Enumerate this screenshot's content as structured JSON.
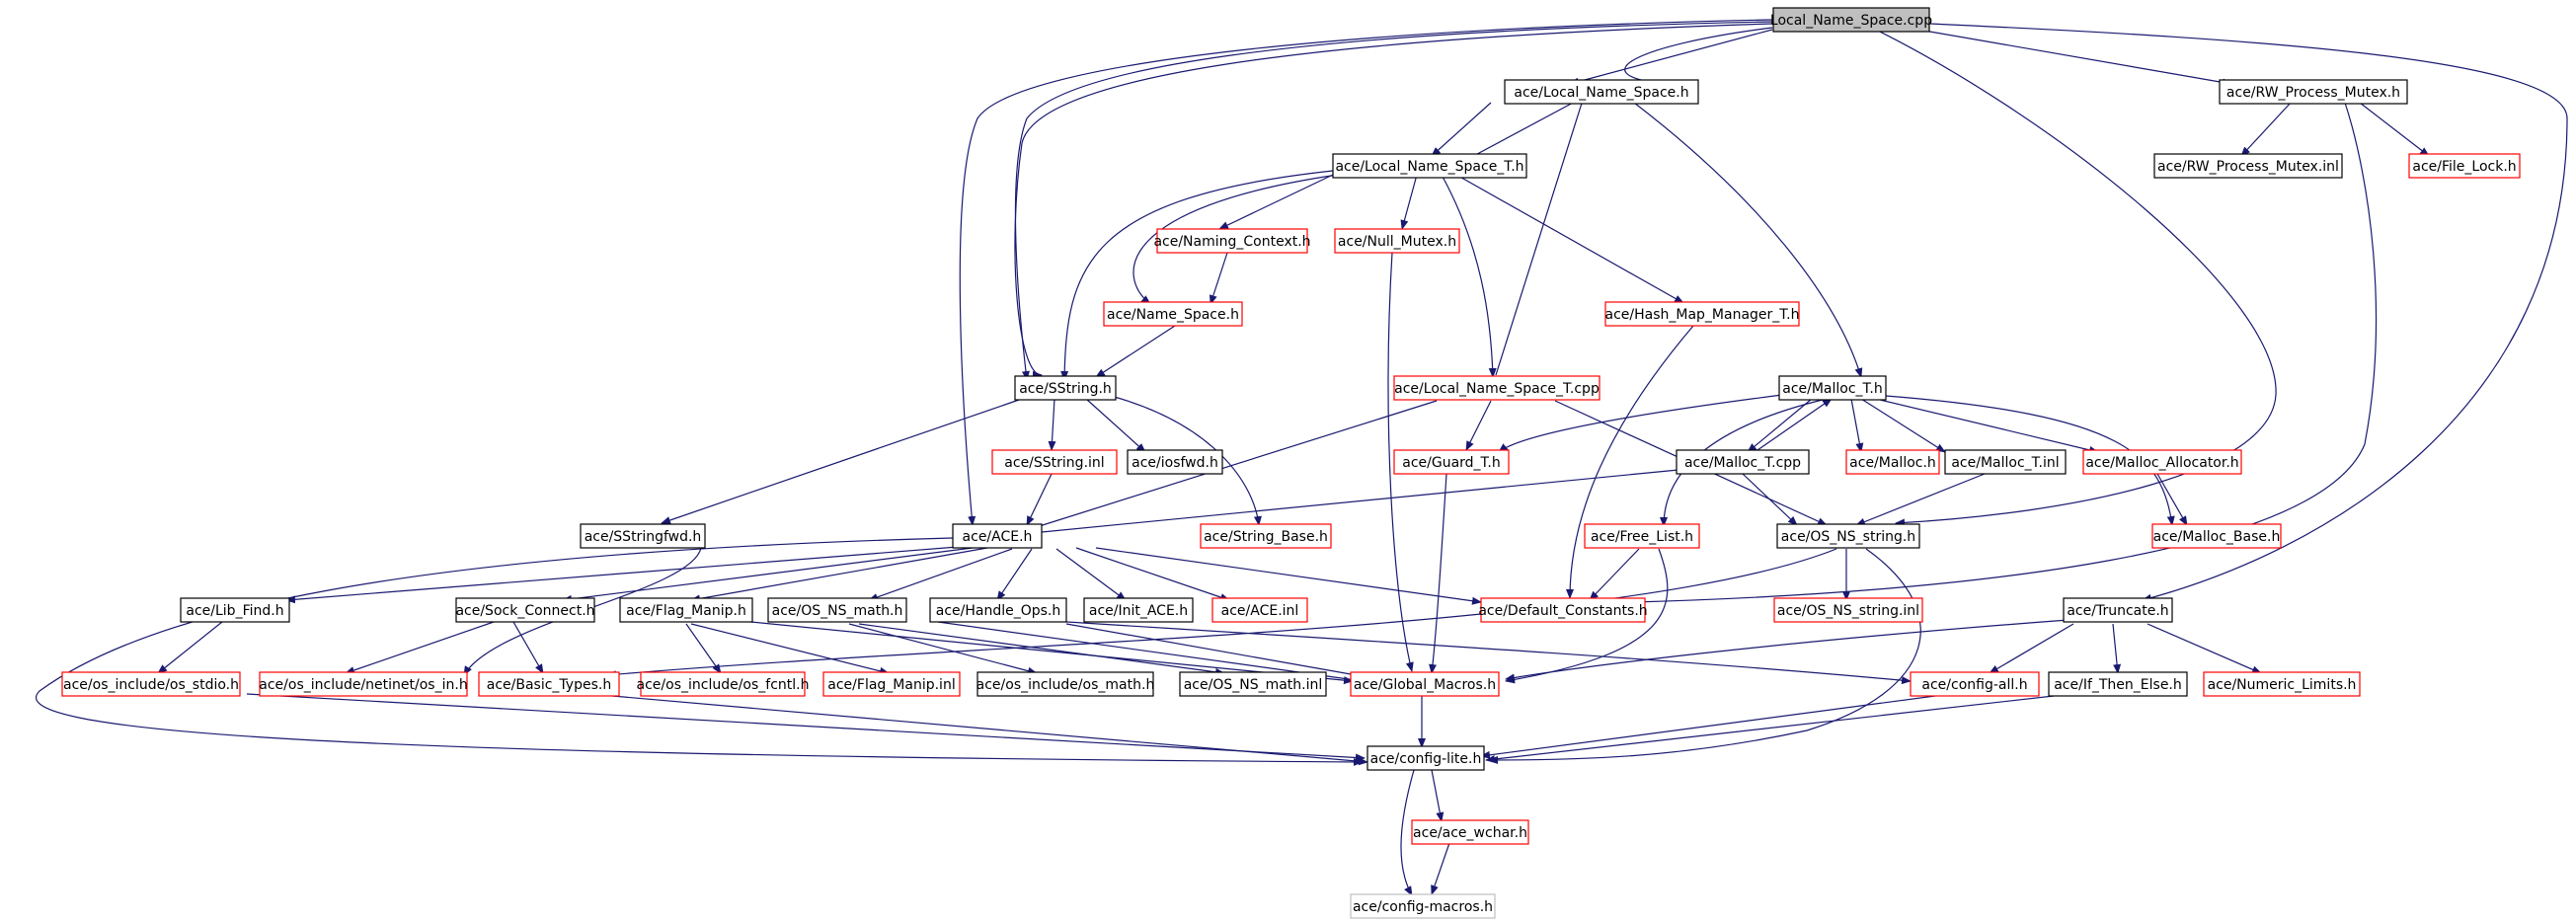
{
  "diagram": {
    "nodes": [
      {
        "id": "n0",
        "label": "Local_Name_Space.cpp",
        "style": "root"
      },
      {
        "id": "n1",
        "label": "ace/Local_Name_Space.h",
        "style": "black"
      },
      {
        "id": "n2",
        "label": "ace/RW_Process_Mutex.h",
        "style": "black"
      },
      {
        "id": "n3",
        "label": "ace/Local_Name_Space_T.h",
        "style": "black"
      },
      {
        "id": "n4",
        "label": "ace/RW_Process_Mutex.inl",
        "style": "black"
      },
      {
        "id": "n5",
        "label": "ace/File_Lock.h",
        "style": "red"
      },
      {
        "id": "n6",
        "label": "ace/Naming_Context.h",
        "style": "red"
      },
      {
        "id": "n7",
        "label": "ace/Null_Mutex.h",
        "style": "red"
      },
      {
        "id": "n8",
        "label": "ace/Name_Space.h",
        "style": "red"
      },
      {
        "id": "n9",
        "label": "ace/Hash_Map_Manager_T.h",
        "style": "red"
      },
      {
        "id": "n10",
        "label": "ace/SString.h",
        "style": "black"
      },
      {
        "id": "n11",
        "label": "ace/Local_Name_Space_T.cpp",
        "style": "red"
      },
      {
        "id": "n12",
        "label": "ace/Malloc_T.h",
        "style": "black"
      },
      {
        "id": "n13",
        "label": "ace/SString.inl",
        "style": "red"
      },
      {
        "id": "n14",
        "label": "ace/iosfwd.h",
        "style": "black"
      },
      {
        "id": "n15",
        "label": "ace/Guard_T.h",
        "style": "red"
      },
      {
        "id": "n16",
        "label": "ace/Malloc_T.cpp",
        "style": "black"
      },
      {
        "id": "n17",
        "label": "ace/Malloc.h",
        "style": "red"
      },
      {
        "id": "n18",
        "label": "ace/Malloc_T.inl",
        "style": "black"
      },
      {
        "id": "n19",
        "label": "ace/Malloc_Allocator.h",
        "style": "red"
      },
      {
        "id": "n20",
        "label": "ace/SStringfwd.h",
        "style": "black"
      },
      {
        "id": "n21",
        "label": "ace/ACE.h",
        "style": "black"
      },
      {
        "id": "n22",
        "label": "ace/String_Base.h",
        "style": "red"
      },
      {
        "id": "n23",
        "label": "ace/Free_List.h",
        "style": "red"
      },
      {
        "id": "n24",
        "label": "ace/OS_NS_string.h",
        "style": "black"
      },
      {
        "id": "n25",
        "label": "ace/Malloc_Base.h",
        "style": "red"
      },
      {
        "id": "n26",
        "label": "ace/Lib_Find.h",
        "style": "black"
      },
      {
        "id": "n27",
        "label": "ace/Sock_Connect.h",
        "style": "black"
      },
      {
        "id": "n28",
        "label": "ace/Flag_Manip.h",
        "style": "black"
      },
      {
        "id": "n29",
        "label": "ace/OS_NS_math.h",
        "style": "black"
      },
      {
        "id": "n30",
        "label": "ace/Handle_Ops.h",
        "style": "black"
      },
      {
        "id": "n31",
        "label": "ace/Init_ACE.h",
        "style": "black"
      },
      {
        "id": "n32",
        "label": "ace/ACE.inl",
        "style": "red"
      },
      {
        "id": "n33",
        "label": "ace/Default_Constants.h",
        "style": "red"
      },
      {
        "id": "n34",
        "label": "ace/OS_NS_string.inl",
        "style": "red"
      },
      {
        "id": "n35",
        "label": "ace/Truncate.h",
        "style": "black"
      },
      {
        "id": "n36",
        "label": "ace/os_include/os_stdio.h",
        "style": "red"
      },
      {
        "id": "n37",
        "label": "ace/os_include/netinet/os_in.h",
        "style": "red"
      },
      {
        "id": "n38",
        "label": "ace/Basic_Types.h",
        "style": "red"
      },
      {
        "id": "n39",
        "label": "ace/os_include/os_fcntl.h",
        "style": "red"
      },
      {
        "id": "n40",
        "label": "ace/Flag_Manip.inl",
        "style": "red"
      },
      {
        "id": "n41",
        "label": "ace/os_include/os_math.h",
        "style": "black"
      },
      {
        "id": "n42",
        "label": "ace/OS_NS_math.inl",
        "style": "black"
      },
      {
        "id": "n43",
        "label": "ace/Global_Macros.h",
        "style": "red"
      },
      {
        "id": "n44",
        "label": "ace/config-all.h",
        "style": "red"
      },
      {
        "id": "n45",
        "label": "ace/If_Then_Else.h",
        "style": "black"
      },
      {
        "id": "n46",
        "label": "ace/Numeric_Limits.h",
        "style": "red"
      },
      {
        "id": "n47",
        "label": "ace/config-lite.h",
        "style": "black"
      },
      {
        "id": "n48",
        "label": "ace/ace_wchar.h",
        "style": "red"
      },
      {
        "id": "n49",
        "label": "ace/config-macros.h",
        "style": "grey"
      }
    ]
  },
  "colors": {
    "edge": "#191970",
    "black_border": "#000000",
    "red_border": "#ff0000",
    "grey_border": "#bfbfbf",
    "root_fill": "#bfbfbf",
    "node_fill": "#ffffff"
  }
}
